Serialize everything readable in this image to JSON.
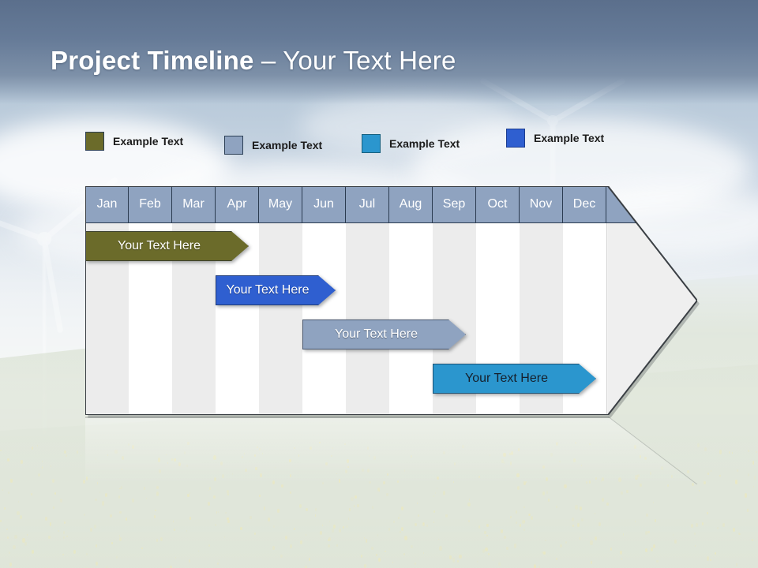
{
  "slide": {
    "title_bold": "Project Timeline",
    "title_rest": " – Your Text Here"
  },
  "legend": {
    "items": [
      {
        "label": "Example Text",
        "color": "#6b6b2a",
        "border": "#2c3f55"
      },
      {
        "label": "Example Text",
        "color": "#8fa3c0",
        "border": "#2c3f55"
      },
      {
        "label": "Example Text",
        "color": "#2b96ce",
        "border": "#16607f"
      },
      {
        "label": "Example Text",
        "color": "#2f5fd0",
        "border": "#1b3c8f"
      }
    ]
  },
  "chart_data": {
    "type": "bar",
    "title": "Project Timeline – Your Text Here",
    "categories": [
      "Jan",
      "Feb",
      "Mar",
      "Apr",
      "May",
      "Jun",
      "Jul",
      "Aug",
      "Sep",
      "Oct",
      "Nov",
      "Dec"
    ],
    "xlabel": "",
    "ylabel": "",
    "grid": true,
    "legend_position": "top",
    "series": [
      {
        "name": "Example Text",
        "label": "Your  Text Here",
        "color": "#6b6b2a",
        "text_color": "light",
        "start_month": 1,
        "end_month": 4,
        "row": 1
      },
      {
        "name": "Example Text",
        "label": "Your  Text Here",
        "color": "#2f5fd0",
        "text_color": "light",
        "start_month": 4,
        "end_month": 6,
        "row": 2
      },
      {
        "name": "Example Text",
        "label": "Your  Text Here",
        "color": "#8fa3c0",
        "text_color": "light",
        "start_month": 6,
        "end_month": 9,
        "row": 3
      },
      {
        "name": "Example Text",
        "label": "Your  Text Here",
        "color": "#2b96ce",
        "text_color": "dark",
        "start_month": 9,
        "end_month": 12,
        "row": 4
      }
    ]
  },
  "months": {
    "m0": "Jan",
    "m1": "Feb",
    "m2": "Mar",
    "m3": "Apr",
    "m4": "May",
    "m5": "Jun",
    "m6": "Jul",
    "m7": "Aug",
    "m8": "Sep",
    "m9": "Oct",
    "m10": "Nov",
    "m11": "Dec"
  },
  "bars": {
    "b0": "Your  Text Here",
    "b1": "Your  Text Here",
    "b2": "Your  Text Here",
    "b3": "Your  Text Here"
  }
}
